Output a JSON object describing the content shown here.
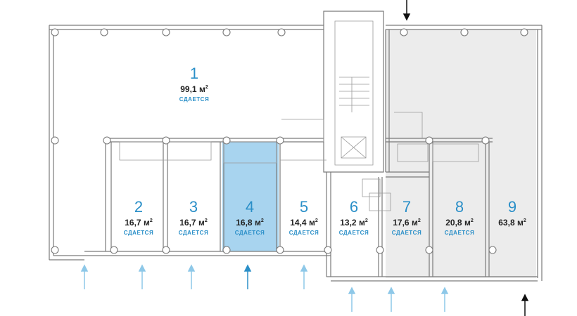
{
  "colors": {
    "highlight": "#a8d4ef",
    "grey_unit": "#ececec",
    "accent": "#2a8fc8",
    "arrow_blue": "#8ec8e8",
    "arrow_black": "#111111"
  },
  "units": [
    {
      "number": "1",
      "area": "99,1 м",
      "sup": "2",
      "status": "СДАЕТСЯ"
    },
    {
      "number": "2",
      "area": "16,7 м",
      "sup": "2",
      "status": "СДАЕТСЯ"
    },
    {
      "number": "3",
      "area": "16,7 м",
      "sup": "2",
      "status": "СДАЕТСЯ"
    },
    {
      "number": "4",
      "area": "16,8 м",
      "sup": "2",
      "status": "СДАЕТСЯ",
      "highlighted": true
    },
    {
      "number": "5",
      "area": "14,4 м",
      "sup": "2",
      "status": "СДАЕТСЯ"
    },
    {
      "number": "6",
      "area": "13,2 м",
      "sup": "2",
      "status": "СДАЕТСЯ"
    },
    {
      "number": "7",
      "area": "17,6 м",
      "sup": "2",
      "status": "СДАЕТСЯ"
    },
    {
      "number": "8",
      "area": "20,8 м",
      "sup": "2",
      "status": "СДАЕТСЯ"
    },
    {
      "number": "9",
      "area": "63,8 м",
      "sup": "2",
      "status": "",
      "unavailable": true
    }
  ],
  "entrances": [
    {
      "unit": "2",
      "icon": "entrance-arrow-icon"
    },
    {
      "unit": "3",
      "icon": "entrance-arrow-icon"
    },
    {
      "unit": "4",
      "icon": "entrance-arrow-icon"
    },
    {
      "unit": "5",
      "icon": "entrance-arrow-icon"
    },
    {
      "unit": "6",
      "icon": "entrance-arrow-icon"
    },
    {
      "unit": "7",
      "icon": "entrance-arrow-icon"
    },
    {
      "unit": "8",
      "icon": "entrance-arrow-icon"
    }
  ],
  "main_entrances": [
    {
      "icon": "main-entrance-arrow-icon",
      "direction": "down"
    },
    {
      "icon": "main-entrance-arrow-icon",
      "direction": "up"
    }
  ]
}
